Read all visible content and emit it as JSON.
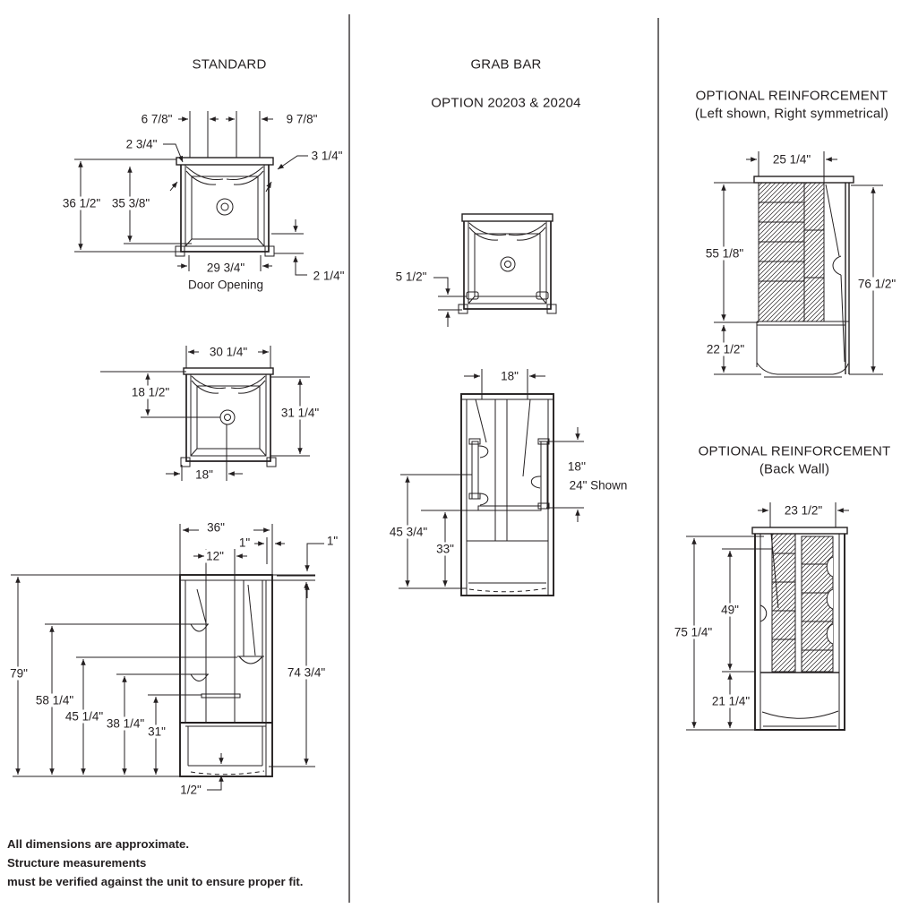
{
  "colors": {
    "line": "#231f20",
    "background": "#ffffff"
  },
  "standard": {
    "title": "STANDARD",
    "top_view": {
      "top_left_offset": "6 7/8\"",
      "top_right_offset": "9 7/8\"",
      "left_corner": "2 3/4\"",
      "right_corner": "3 1/4\"",
      "outer_depth": "36 1/2\"",
      "inner_depth": "35 3/8\"",
      "door_width": "29 3/4\"",
      "door_label": "Door Opening",
      "threshold": "2 1/4\""
    },
    "plan_view": {
      "width": "30 1/4\"",
      "drain_from_back": "18 1/2\"",
      "depth": "31 1/4\"",
      "drain_from_side": "18\""
    },
    "front_view": {
      "width": "36\"",
      "panel_width": "12\"",
      "lip_top": "1\"",
      "lip_right": "1\"",
      "overall_height": "79\"",
      "shelf_upper": "58 1/4\"",
      "shelf_right": "45 1/4\"",
      "shelf_lower": "38 1/4\"",
      "bar_height": "31\"",
      "inner_height": "74 3/4\"",
      "base_lip": "1/2\""
    }
  },
  "grab_bar": {
    "title": "GRAB BAR",
    "subtitle": "OPTION 20203 & 20204",
    "plan_view": {
      "bar_offset": "5 1/2\""
    },
    "front_view": {
      "bar_spacing": "18\"",
      "bar_length": "18''",
      "bar_shown": "24\" Shown",
      "bar_top_height": "45 3/4\"",
      "bar_bottom_height": "33\""
    }
  },
  "reinforcement_side": {
    "title": "OPTIONAL REINFORCEMENT",
    "subtitle": "(Left shown, Right symmetrical)",
    "width": "25 1/4\"",
    "panel_height": "55 1/8\"",
    "overall_height": "76 1/2\"",
    "base_height": "22 1/2\""
  },
  "reinforcement_back": {
    "title": "OPTIONAL REINFORCEMENT",
    "subtitle": "(Back Wall)",
    "width": "23 1/2\"",
    "panel_height": "49\"",
    "overall_height": "75 1/4\"",
    "base_height": "21 1/4\""
  },
  "footnote": {
    "line1": "All dimensions are approximate.",
    "line2": "Structure measurements",
    "line3": "must be verified against the unit to ensure proper fit."
  }
}
